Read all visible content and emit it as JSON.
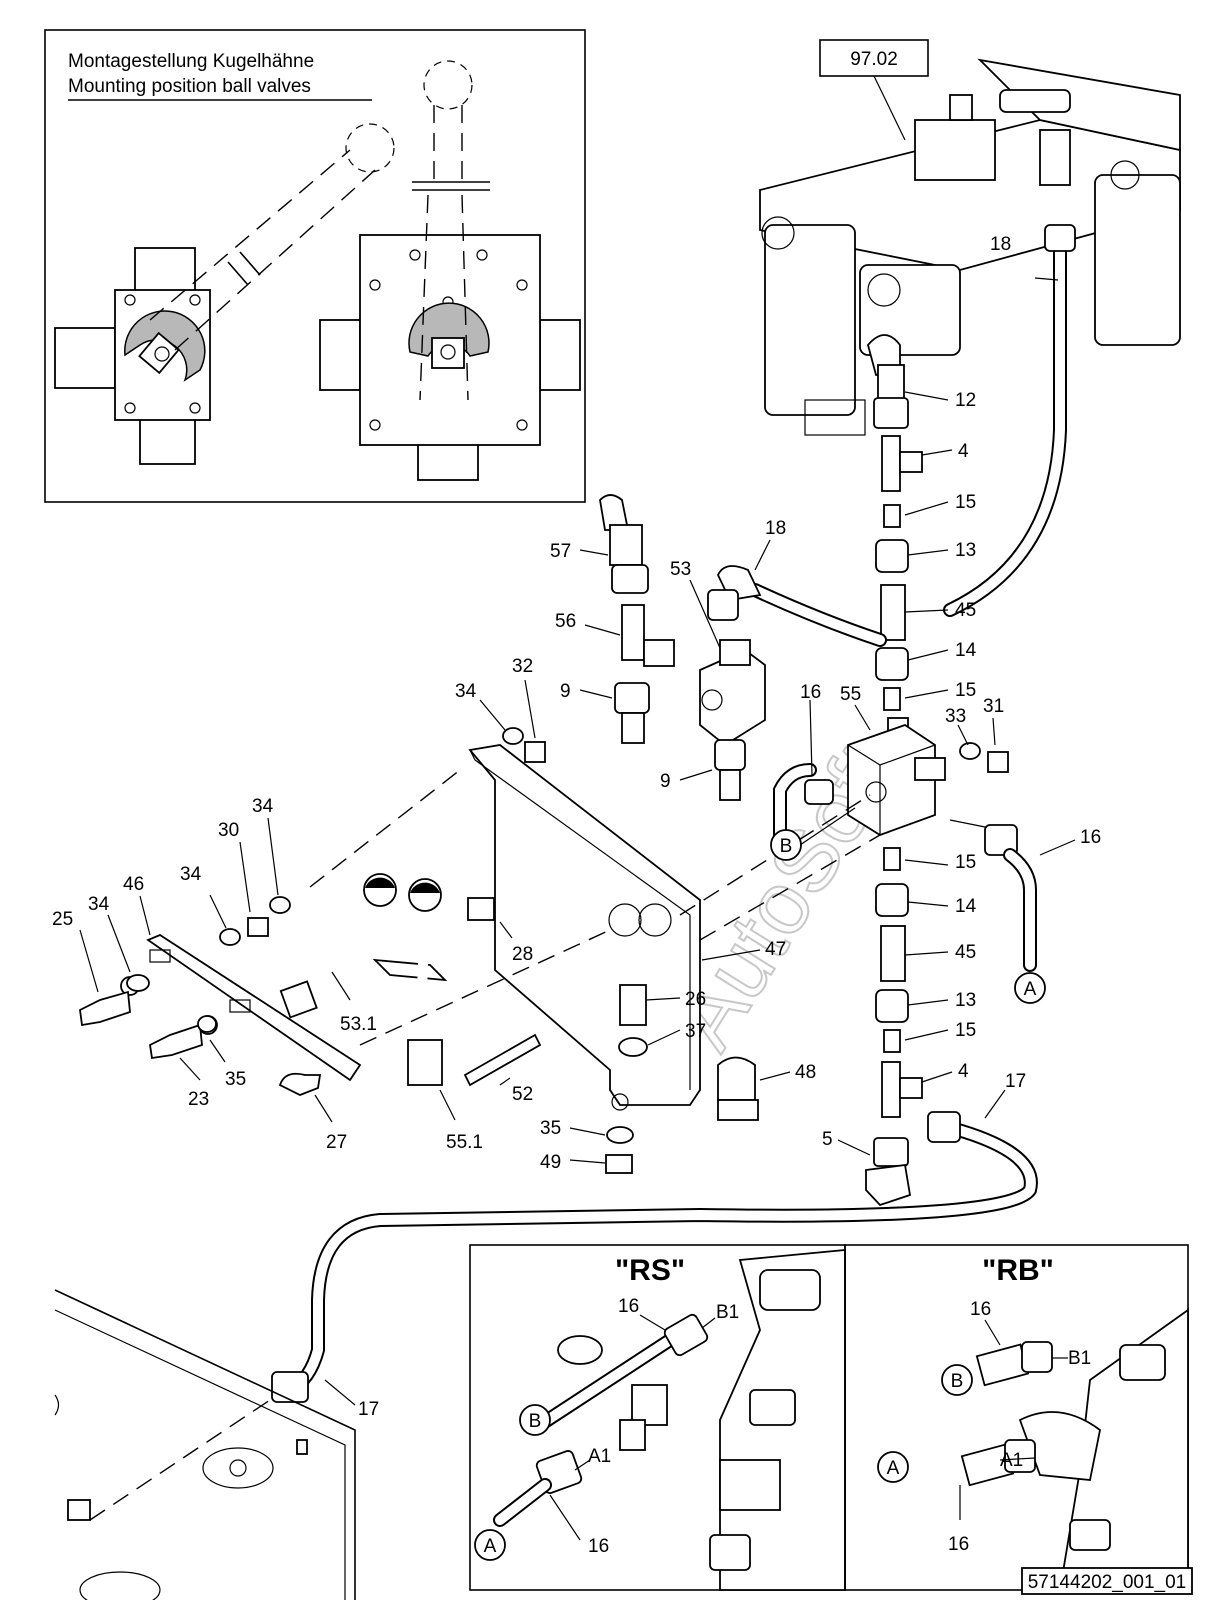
{
  "inset_top": {
    "title_de": "Montagestellung Kugelhähne",
    "title_en": "Mounting position ball valves"
  },
  "ref_box": "97.02",
  "watermark": "AutoSoft",
  "callouts": [
    {
      "id": "c12",
      "text": "12"
    },
    {
      "id": "c4a",
      "text": "4"
    },
    {
      "id": "c15a",
      "text": "15"
    },
    {
      "id": "c13a",
      "text": "13"
    },
    {
      "id": "c45a",
      "text": "45"
    },
    {
      "id": "c14a",
      "text": "14"
    },
    {
      "id": "c15b",
      "text": "15"
    },
    {
      "id": "c18a",
      "text": "18"
    },
    {
      "id": "c18b",
      "text": "18"
    },
    {
      "id": "c57",
      "text": "57"
    },
    {
      "id": "c53",
      "text": "53"
    },
    {
      "id": "c56",
      "text": "56"
    },
    {
      "id": "c9a",
      "text": "9"
    },
    {
      "id": "c9b",
      "text": "9"
    },
    {
      "id": "c16a",
      "text": "16"
    },
    {
      "id": "c55",
      "text": "55"
    },
    {
      "id": "c33",
      "text": "33"
    },
    {
      "id": "c31",
      "text": "31"
    },
    {
      "id": "c32",
      "text": "32"
    },
    {
      "id": "c34a",
      "text": "34"
    },
    {
      "id": "c16b",
      "text": "16"
    },
    {
      "id": "c15c",
      "text": "15"
    },
    {
      "id": "c14b",
      "text": "14"
    },
    {
      "id": "c45b",
      "text": "45"
    },
    {
      "id": "c47",
      "text": "47"
    },
    {
      "id": "c13b",
      "text": "13"
    },
    {
      "id": "c15d",
      "text": "15"
    },
    {
      "id": "c4b",
      "text": "4"
    },
    {
      "id": "c17a",
      "text": "17"
    },
    {
      "id": "c5",
      "text": "5"
    },
    {
      "id": "c26",
      "text": "26"
    },
    {
      "id": "c37",
      "text": "37"
    },
    {
      "id": "c48",
      "text": "48"
    },
    {
      "id": "c52",
      "text": "52"
    },
    {
      "id": "c35a",
      "text": "35"
    },
    {
      "id": "c49",
      "text": "49"
    },
    {
      "id": "c28",
      "text": "28"
    },
    {
      "id": "c34b",
      "text": "34"
    },
    {
      "id": "c30",
      "text": "30"
    },
    {
      "id": "c34c",
      "text": "34"
    },
    {
      "id": "c46",
      "text": "46"
    },
    {
      "id": "c34d",
      "text": "34"
    },
    {
      "id": "c25",
      "text": "25"
    },
    {
      "id": "c53_1",
      "text": "53.1"
    },
    {
      "id": "c23",
      "text": "23"
    },
    {
      "id": "c35b",
      "text": "35"
    },
    {
      "id": "c27",
      "text": "27"
    },
    {
      "id": "c55_1",
      "text": "55.1"
    },
    {
      "id": "c17b",
      "text": "17"
    }
  ],
  "circle_labels": {
    "a": "A",
    "b": "B"
  },
  "inset_rs": {
    "title": "\"RS\"",
    "hose_label_top": "16",
    "hose_label_bottom": "16",
    "port_b1": "B1",
    "port_a1": "A1",
    "circle_a": "A",
    "circle_b": "B"
  },
  "inset_rb": {
    "title": "\"RB\"",
    "hose_label_top": "16",
    "hose_label_bottom": "16",
    "port_b1": "B1",
    "port_a1": "A1",
    "circle_a": "A",
    "circle_b": "B"
  },
  "drawing_number": "57144202_001_01"
}
